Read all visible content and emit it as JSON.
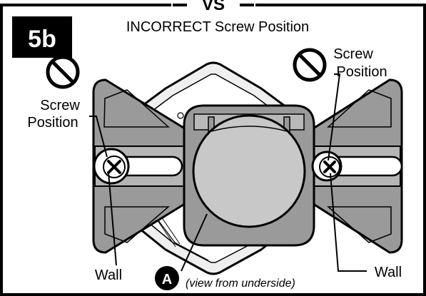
{
  "header": {
    "vs_label": "VS",
    "step_badge": "5b",
    "title": "INCORRECT Screw Position"
  },
  "labels": {
    "left_screw": [
      "Screw",
      "Position"
    ],
    "right_screw": [
      "Screw",
      "Position"
    ],
    "left_wall": "Wall",
    "right_wall": "Wall",
    "callout_letter": "A",
    "view_note": "(view from underside)"
  },
  "icons": {
    "prohibited": "prohibited-icon",
    "screw": "phillips-screw-icon"
  },
  "colors": {
    "outline": "#000000",
    "bracket_fill": "#9a9a9a",
    "body_fill": "#dcdcdc",
    "badge_bg": "#000000",
    "badge_text": "#ffffff"
  }
}
